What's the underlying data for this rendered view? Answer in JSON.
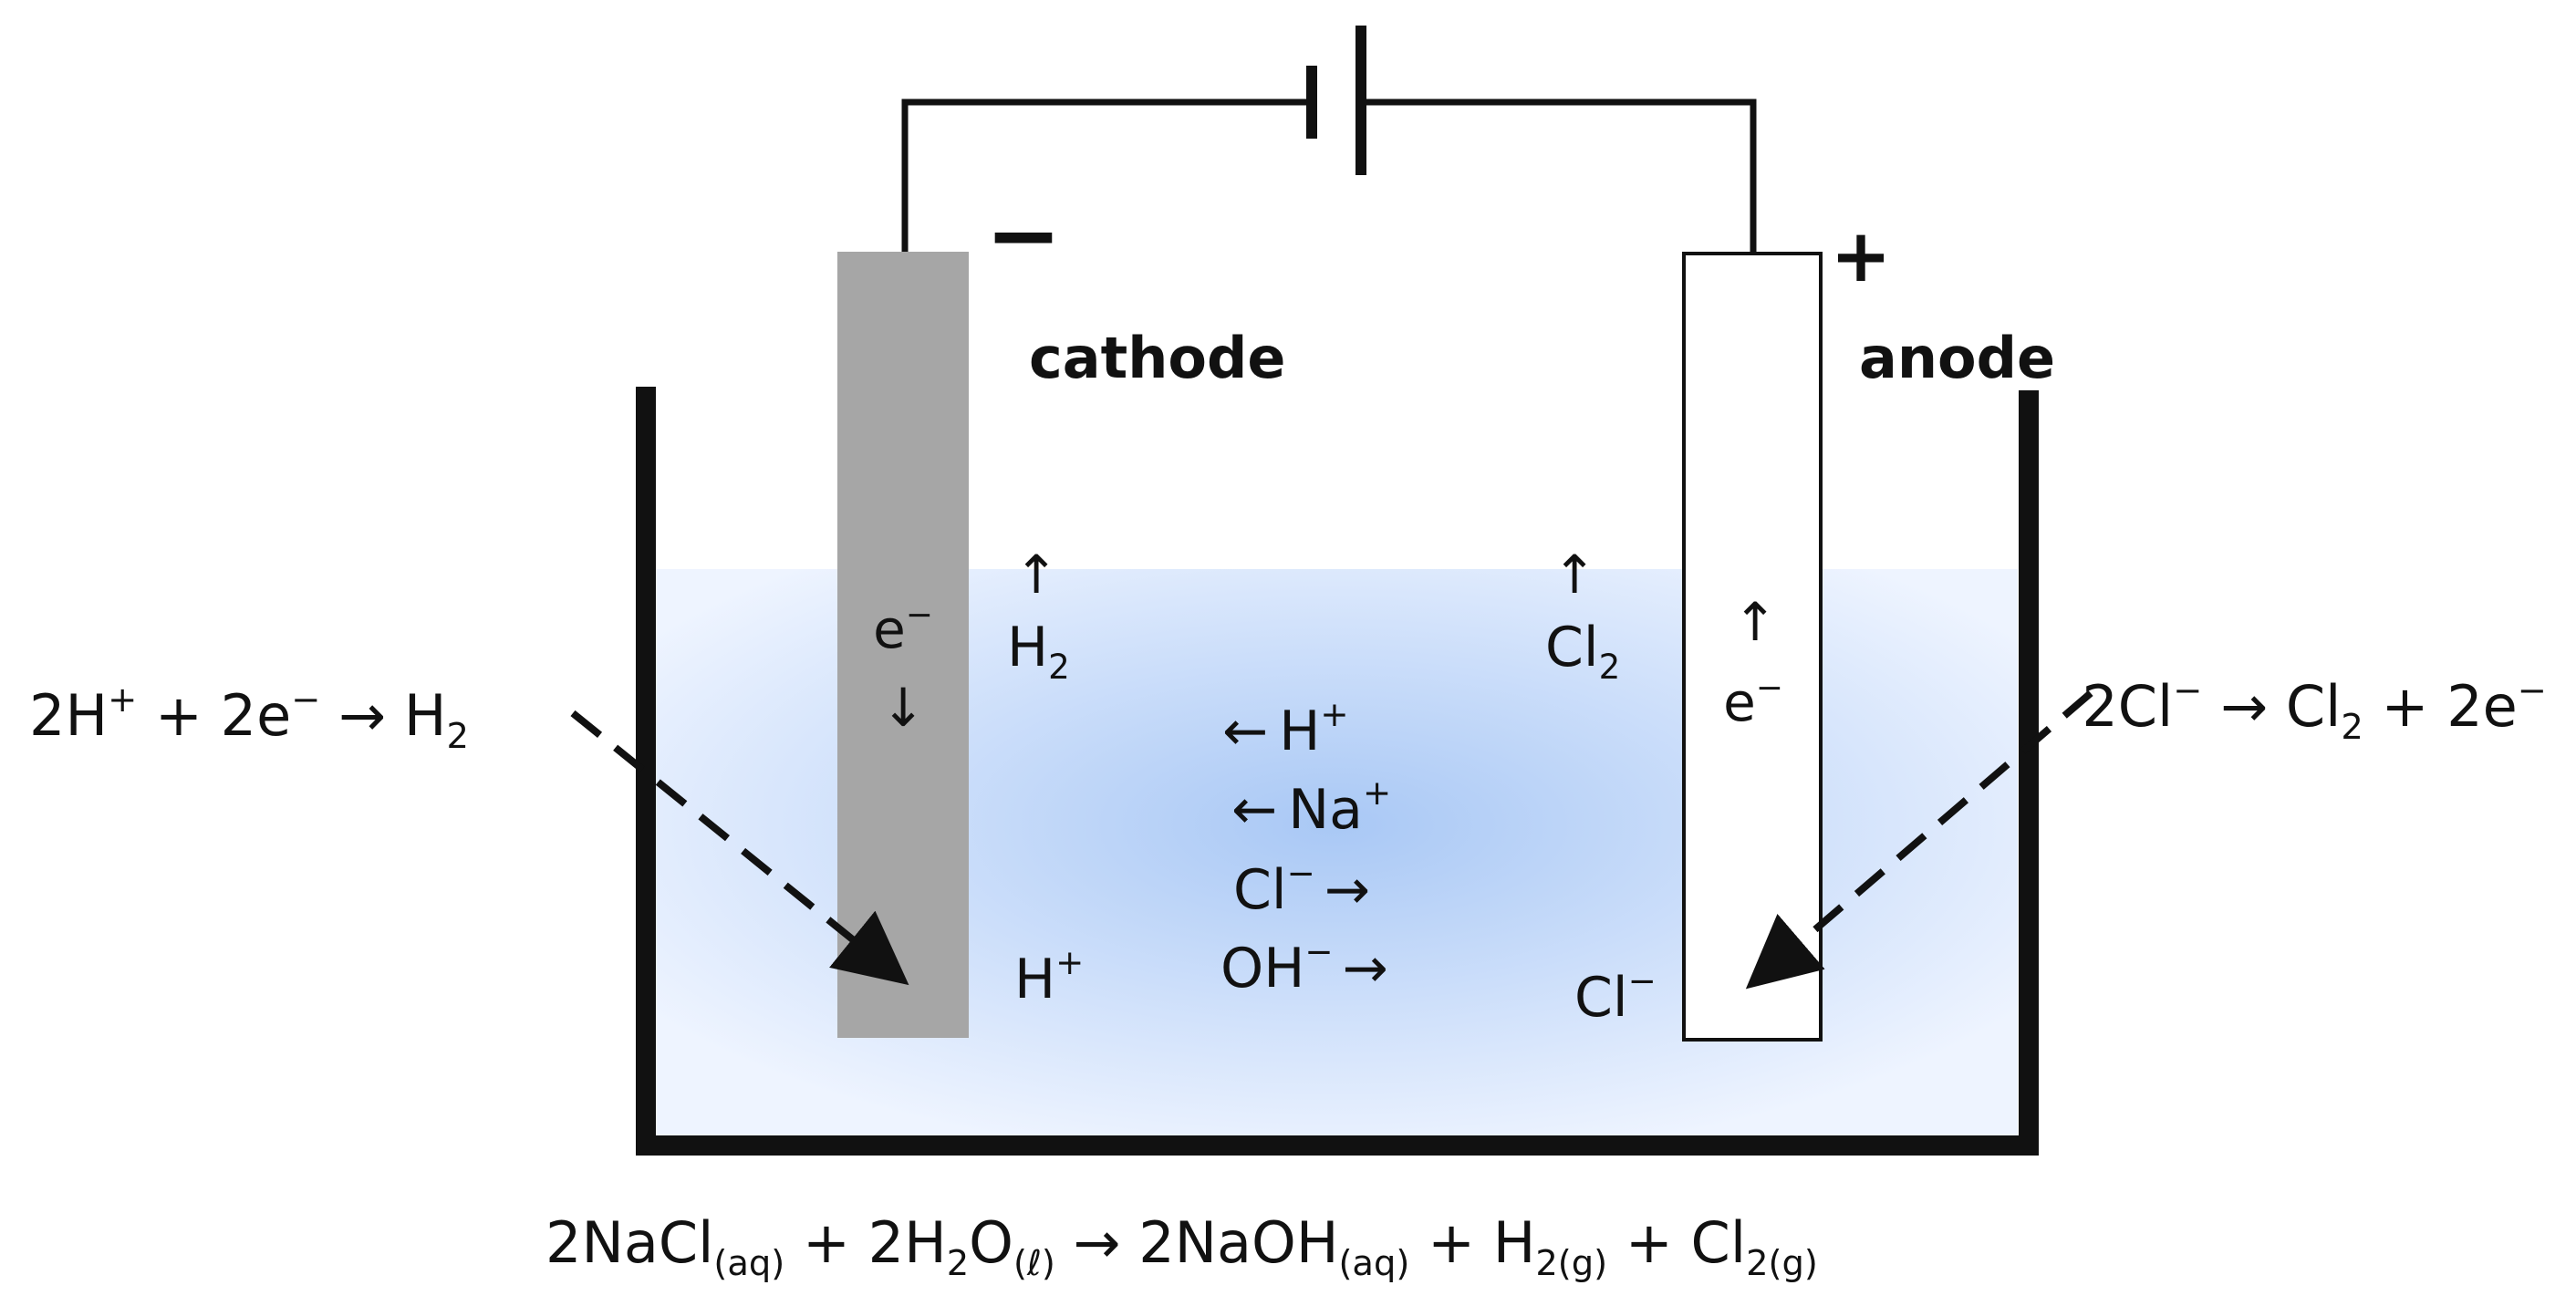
{
  "colors": {
    "solution_center": "#a9c8f5",
    "solution_edge": "#eef4ff",
    "cathode_fill": "#a6a6a6",
    "anode_fill": "#ffffff",
    "line": "#111111"
  },
  "electrodes": {
    "cathode": {
      "name": "cathode",
      "sign": "−",
      "electron": "e",
      "electron_charge": "−",
      "electron_arrow": "↓"
    },
    "anode": {
      "name": "anode",
      "sign": "+",
      "electron": "e",
      "electron_charge": "−",
      "electron_arrow": "↑"
    }
  },
  "gases": {
    "h2": {
      "arrow": "↑",
      "symbol": "H",
      "sub": "2"
    },
    "cl2": {
      "arrow": "↑",
      "symbol": "Cl",
      "sub": "2"
    }
  },
  "ions": {
    "h_plus_cathode": {
      "symbol": "H",
      "charge": "+"
    },
    "cl_minus_anode": {
      "symbol": "Cl",
      "charge": "−"
    },
    "migration": [
      {
        "arrow": "←",
        "symbol": "H",
        "charge": "+"
      },
      {
        "arrow": "←",
        "symbol": "Na",
        "charge": "+"
      },
      {
        "symbol": "Cl",
        "charge": "−",
        "arrow": "→"
      },
      {
        "symbol": "OH",
        "charge": "−",
        "arrow": "→"
      }
    ]
  },
  "half_reactions": {
    "cathode": {
      "p1": "2H",
      "c1": "+",
      "p2": " + 2e",
      "c2": "−",
      "p3": " → H",
      "s1": "2"
    },
    "anode": {
      "p1": "2Cl",
      "c1": "−",
      "p2": " → Cl",
      "s1": "2",
      "p3": " + 2e",
      "c2": "−"
    }
  },
  "overall": {
    "t1": "2NaCl",
    "s1": "(aq)",
    "t2": " + 2H",
    "s2": "2",
    "t3": "O",
    "s3": "(ℓ)",
    "t4": " → 2NaOH",
    "s4": "(aq)",
    "t5": " + H",
    "s5": "2(g)",
    "t6": " + Cl",
    "s6": "2(g)"
  }
}
